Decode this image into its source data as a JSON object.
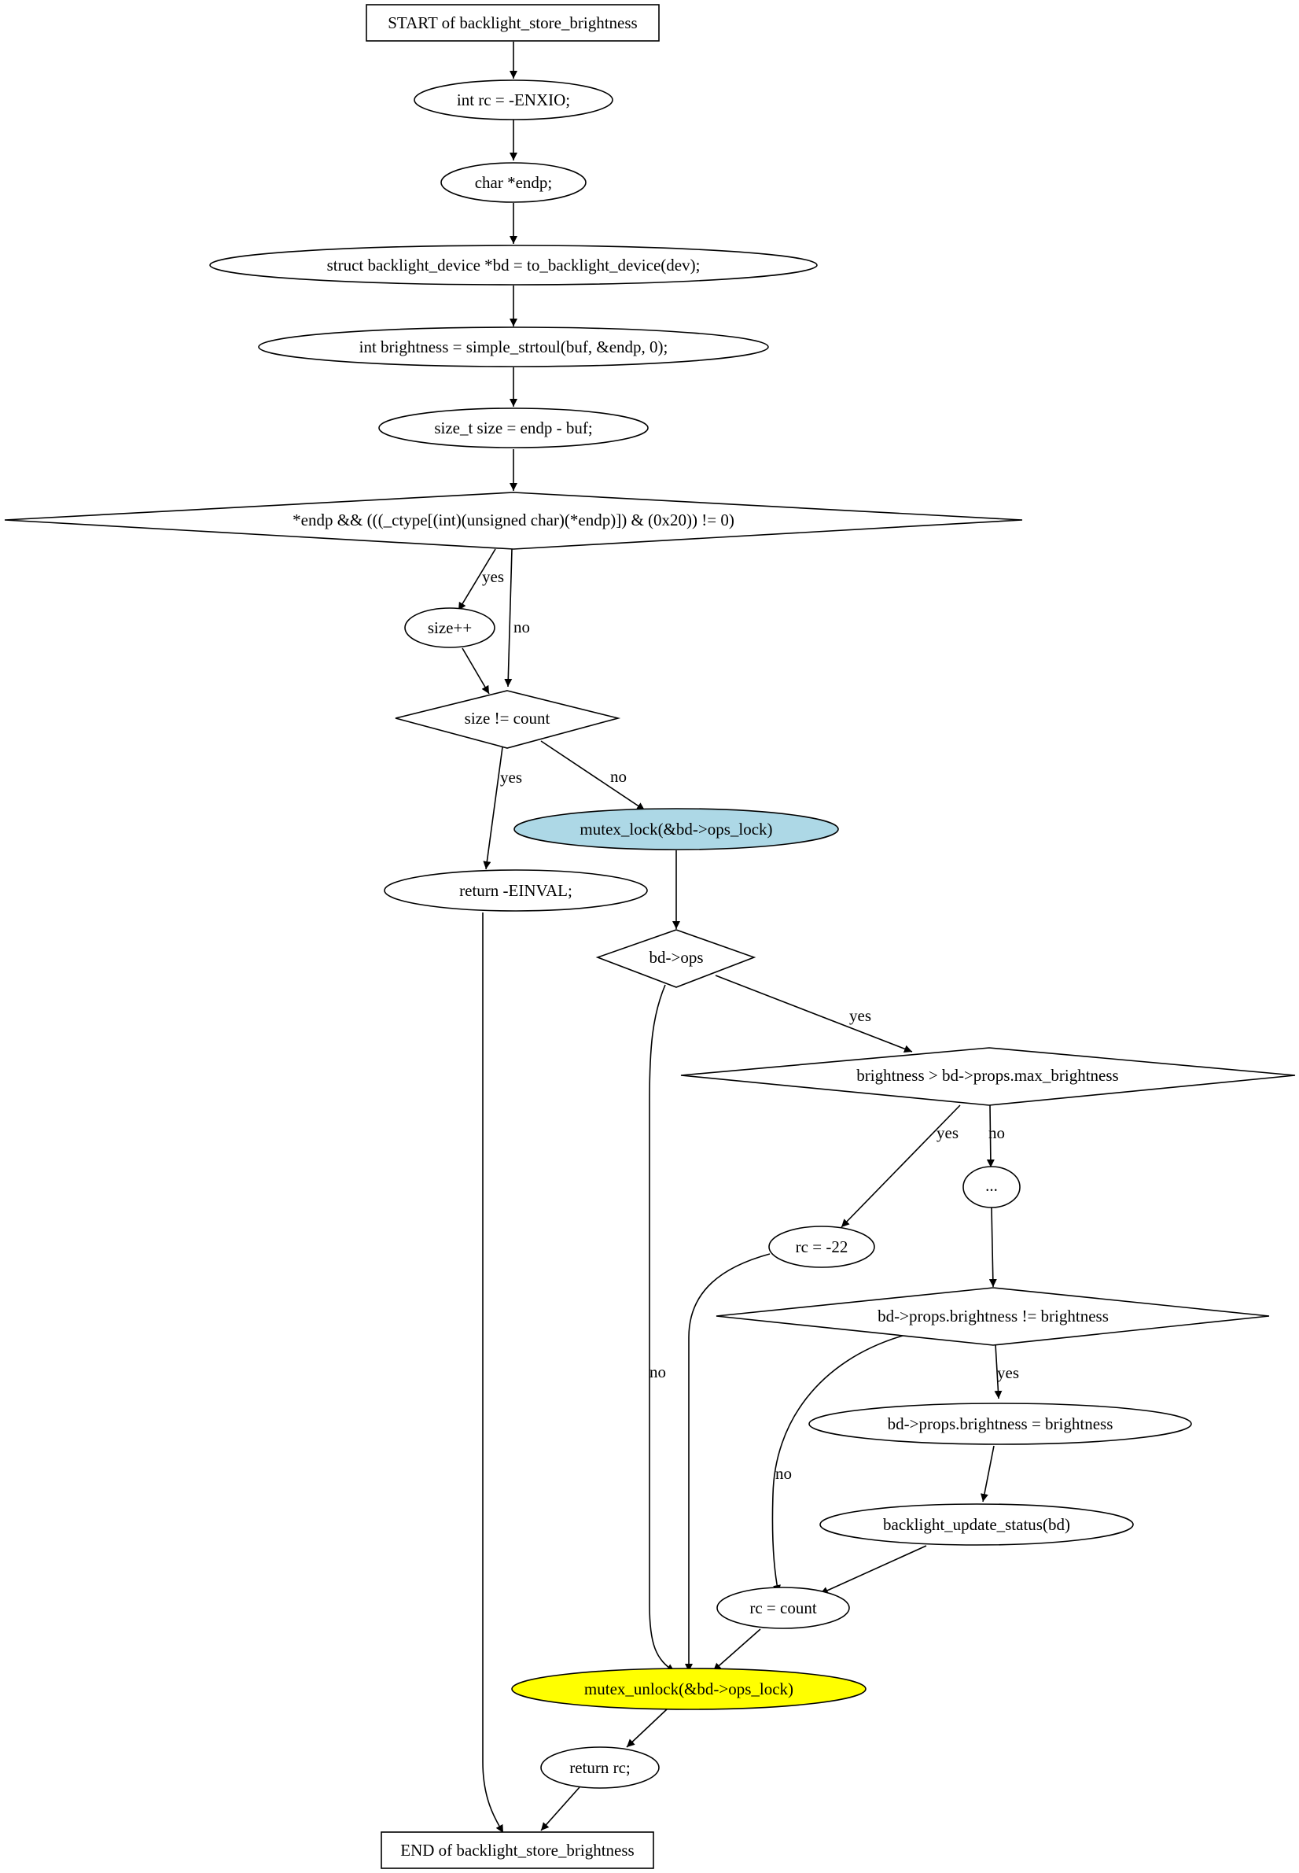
{
  "diagram": {
    "nodes": [
      {
        "id": "start",
        "text": "START of backlight_store_brightness",
        "shape": "box"
      },
      {
        "id": "n1",
        "text": "int rc = -ENXIO;",
        "shape": "ellipse"
      },
      {
        "id": "n2",
        "text": "char *endp;",
        "shape": "ellipse"
      },
      {
        "id": "n3",
        "text": "struct backlight_device *bd = to_backlight_device(dev);",
        "shape": "ellipse"
      },
      {
        "id": "n4",
        "text": "int brightness = simple_strtoul(buf, &endp, 0);",
        "shape": "ellipse"
      },
      {
        "id": "n5",
        "text": "size_t size = endp - buf;",
        "shape": "ellipse"
      },
      {
        "id": "d1",
        "text": "*endp && (((_ctype[(int)(unsigned char)(*endp)]) & (0x20)) != 0)",
        "shape": "diamond"
      },
      {
        "id": "n6",
        "text": "size++",
        "shape": "ellipse"
      },
      {
        "id": "d2",
        "text": "size != count",
        "shape": "diamond"
      },
      {
        "id": "n7",
        "text": "mutex_lock(&bd->ops_lock)",
        "shape": "ellipse",
        "fill": "#add8e6"
      },
      {
        "id": "n8",
        "text": "return -EINVAL;",
        "shape": "ellipse"
      },
      {
        "id": "d3",
        "text": "bd->ops",
        "shape": "diamond"
      },
      {
        "id": "d4",
        "text": "brightness > bd->props.max_brightness",
        "shape": "diamond"
      },
      {
        "id": "n9",
        "text": "...",
        "shape": "ellipse"
      },
      {
        "id": "n10",
        "text": "rc = -22",
        "shape": "ellipse"
      },
      {
        "id": "d5",
        "text": "bd->props.brightness != brightness",
        "shape": "diamond"
      },
      {
        "id": "n11",
        "text": "bd->props.brightness = brightness",
        "shape": "ellipse"
      },
      {
        "id": "n12",
        "text": "backlight_update_status(bd)",
        "shape": "ellipse"
      },
      {
        "id": "n13",
        "text": "rc = count",
        "shape": "ellipse"
      },
      {
        "id": "n14",
        "text": "mutex_unlock(&bd->ops_lock)",
        "shape": "ellipse",
        "fill": "#ffff00"
      },
      {
        "id": "n15",
        "text": "return rc;",
        "shape": "ellipse"
      },
      {
        "id": "end",
        "text": "END of backlight_store_brightness",
        "shape": "box"
      }
    ],
    "edges": [
      {
        "id": "e1",
        "from": "start",
        "to": "n1",
        "label": ""
      },
      {
        "id": "e2",
        "from": "n1",
        "to": "n2",
        "label": ""
      },
      {
        "id": "e3",
        "from": "n2",
        "to": "n3",
        "label": ""
      },
      {
        "id": "e4",
        "from": "n3",
        "to": "n4",
        "label": ""
      },
      {
        "id": "e5",
        "from": "n4",
        "to": "n5",
        "label": ""
      },
      {
        "id": "e6",
        "from": "n5",
        "to": "d1",
        "label": ""
      },
      {
        "id": "e7",
        "from": "d1",
        "to": "n6",
        "label": "yes"
      },
      {
        "id": "e8",
        "from": "d1",
        "to": "d2",
        "label": "no"
      },
      {
        "id": "e9",
        "from": "n6",
        "to": "d2",
        "label": ""
      },
      {
        "id": "e10",
        "from": "d2",
        "to": "n8",
        "label": "yes"
      },
      {
        "id": "e11",
        "from": "d2",
        "to": "n7",
        "label": "no"
      },
      {
        "id": "e12",
        "from": "n7",
        "to": "d3",
        "label": ""
      },
      {
        "id": "e13",
        "from": "n8",
        "to": "end",
        "label": ""
      },
      {
        "id": "e14",
        "from": "d3",
        "to": "d4",
        "label": "yes"
      },
      {
        "id": "e15",
        "from": "d3",
        "to": "n14",
        "label": "no"
      },
      {
        "id": "e16",
        "from": "d4",
        "to": "n10",
        "label": "yes"
      },
      {
        "id": "e17",
        "from": "d4",
        "to": "n9",
        "label": "no"
      },
      {
        "id": "e18",
        "from": "n9",
        "to": "d5",
        "label": ""
      },
      {
        "id": "e19",
        "from": "n10",
        "to": "n14",
        "label": ""
      },
      {
        "id": "e20",
        "from": "d5",
        "to": "n11",
        "label": "yes"
      },
      {
        "id": "e21",
        "from": "d5",
        "to": "n13",
        "label": "no"
      },
      {
        "id": "e22",
        "from": "n11",
        "to": "n12",
        "label": ""
      },
      {
        "id": "e23",
        "from": "n12",
        "to": "n13",
        "label": ""
      },
      {
        "id": "e24",
        "from": "n13",
        "to": "n14",
        "label": ""
      },
      {
        "id": "e25",
        "from": "n14",
        "to": "n15",
        "label": ""
      },
      {
        "id": "e26",
        "from": "n15",
        "to": "end",
        "label": ""
      }
    ]
  }
}
